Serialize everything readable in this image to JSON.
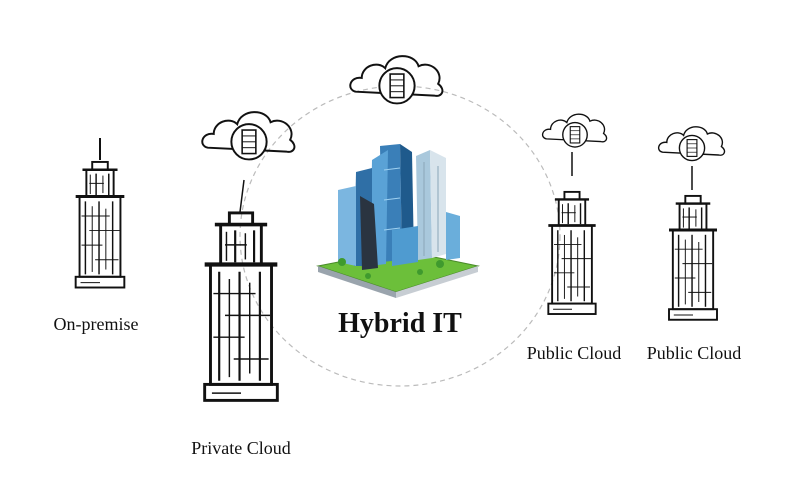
{
  "title": "Hybrid IT",
  "nodes": {
    "on_premise": "On-premise",
    "private_cloud": "Private Cloud",
    "public_cloud_1": "Public Cloud",
    "public_cloud_2": "Public Cloud"
  },
  "icons": {
    "building": "office-building-icon",
    "cloud": "cloud-server-icon",
    "city": "city-skyline-icon"
  },
  "colors": {
    "stroke": "#111111",
    "ring": "#bbbbbb",
    "glass": "#3c8cc8",
    "grass": "#6cbf3a"
  }
}
